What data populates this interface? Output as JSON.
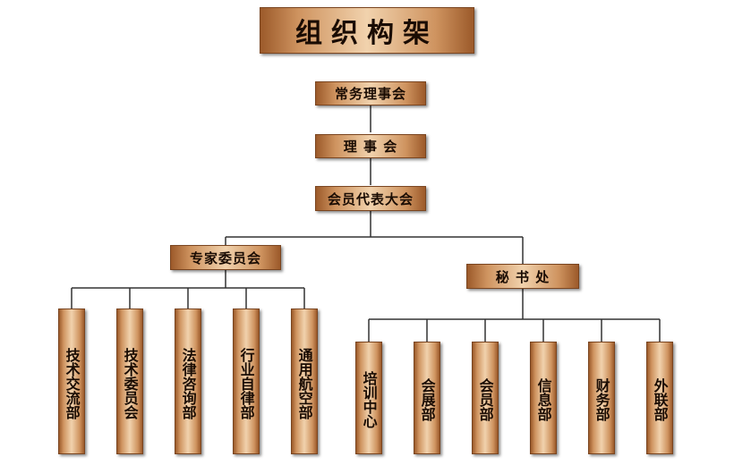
{
  "title": "组织构架",
  "nodes": {
    "standing_council": "常务理事会",
    "council": "理 事 会",
    "congress": "会员代表大会",
    "experts": "专家委员会",
    "secretariat": "秘 书 处"
  },
  "expert_units": [
    "技术交流部",
    "技术委员会",
    "法律咨询部",
    "行业自律部",
    "通用航空部"
  ],
  "secretariat_units": [
    "培训中心",
    "会展部",
    "会员部",
    "信息部",
    "财务部",
    "外联部"
  ],
  "colors": {
    "box_dark": "#9c5a2a",
    "box_light": "#f1d2ad",
    "line": "#333333",
    "text": "#1a0c03"
  }
}
